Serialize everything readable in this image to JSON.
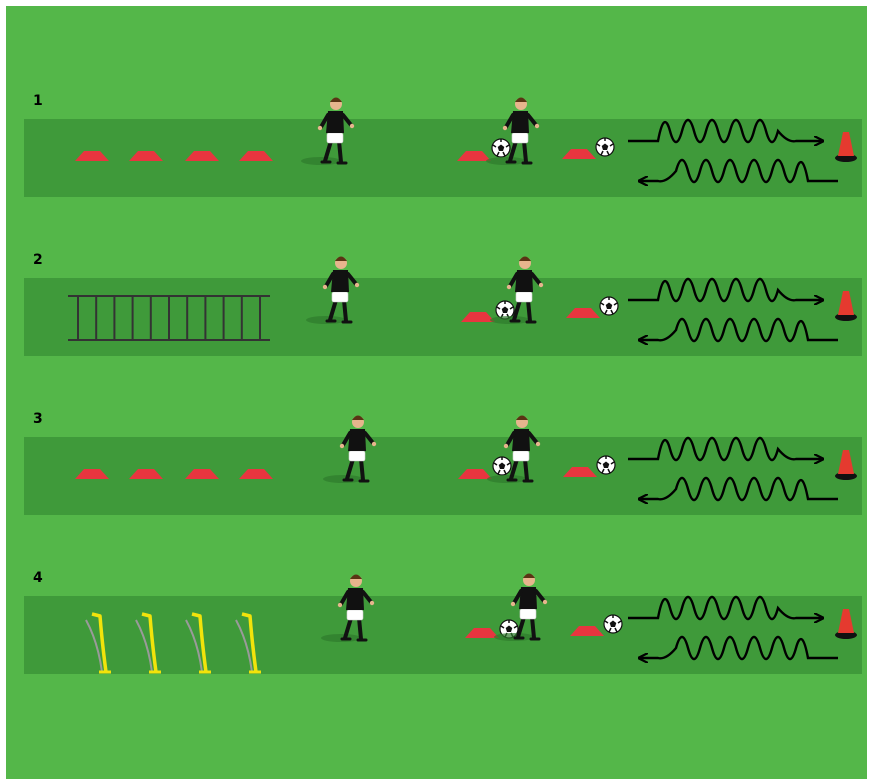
{
  "colors": {
    "page_border": "#ffffff",
    "field": "#54b749",
    "lane": "#3f9a3a",
    "cone": "#e8353f",
    "cone_tall": "#e53a2f",
    "hurdle": "#f1e30b",
    "ladder": "#333333",
    "arrow": "#000000",
    "player_shirt": "#111111",
    "player_shorts": "#ffffff"
  },
  "lanes": [
    {
      "label": "1",
      "start_equipment": "flat-cones",
      "station_icons": [
        "flat-cone",
        "ball",
        "player-dribbling",
        "flat-cone",
        "ball"
      ],
      "end_marker": "tall-cone"
    },
    {
      "label": "2",
      "start_equipment": "agility-ladder",
      "station_icons": [
        "flat-cone",
        "ball",
        "player-dribbling",
        "flat-cone",
        "ball"
      ],
      "end_marker": "tall-cone"
    },
    {
      "label": "3",
      "start_equipment": "flat-cones",
      "station_icons": [
        "flat-cone",
        "ball",
        "player-dribbling",
        "flat-cone",
        "ball"
      ],
      "end_marker": "tall-cone"
    },
    {
      "label": "4",
      "start_equipment": "hurdles",
      "station_icons": [
        "flat-cone",
        "ball",
        "player-dribbling",
        "flat-cone",
        "ball"
      ],
      "end_marker": "tall-cone"
    }
  ]
}
